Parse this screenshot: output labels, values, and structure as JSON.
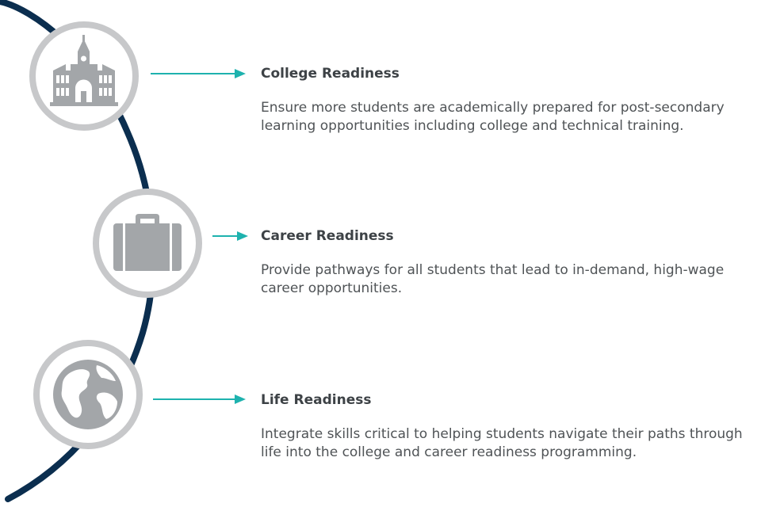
{
  "colors": {
    "arc": "#0b2e4f",
    "ring": "#c7c8ca",
    "icon": "#a3a6a9",
    "arrow": "#1eb2ae",
    "heading": "#3d4246",
    "body": "#4f5356"
  },
  "items": [
    {
      "icon": "college-building-icon",
      "title": "College Readiness",
      "description": "Ensure more students are academically prepared for post-secondary learning opportunities including college and technical training."
    },
    {
      "icon": "briefcase-icon",
      "title": "Career Readiness",
      "description": "Provide pathways for all students that lead to in-demand, high-wage career opportunities."
    },
    {
      "icon": "globe-icon",
      "title": "Life Readiness",
      "description": "Integrate skills critical to helping students navigate their paths through life into the college and career readiness programming."
    }
  ]
}
